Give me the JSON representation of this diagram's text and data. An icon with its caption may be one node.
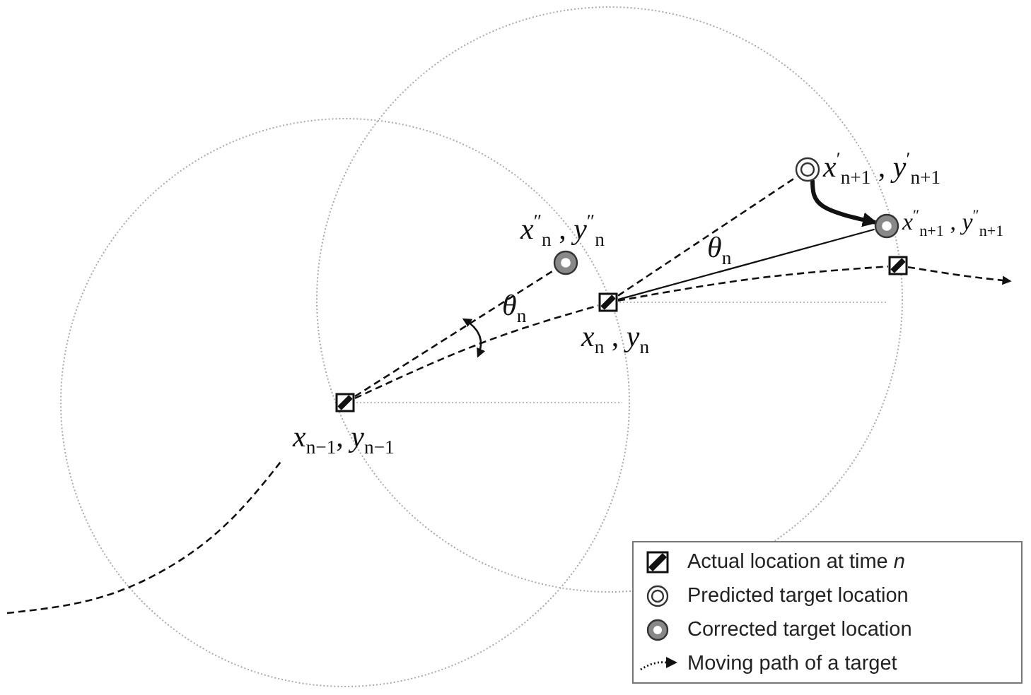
{
  "diagram": {
    "nodes": [
      {
        "text": [],
        "shape": "box",
        "beside": [
          "*x*$_{n−1}$, *y*$_{n−1}$"
        ]
      },
      {
        "text": [],
        "shape": "circle",
        "beside": [
          "*x*$^{″}$$_{n}$ , *y*$^{″}$$_{n}$"
        ]
      },
      {
        "text": [],
        "shape": "box",
        "beside": [
          "*x*$_{n}$ , *y*$_{n}$"
        ]
      },
      {
        "text": [],
        "shape": "ring",
        "beside": [
          "*x*$^{′}$$_{n+1}$ , *y*$^{′}$$_{n+1}$"
        ]
      },
      {
        "text": [],
        "shape": "circle",
        "beside": [
          "*x*$^{″}$$_{n+1}$ , *y*$^{″}$$_{n+1}$"
        ]
      },
      {
        "text": [],
        "shape": "box"
      }
    ],
    "edges": [
      {
        "from": 0,
        "to": 2,
        "arrow": "none",
        "style": "dashed"
      },
      {
        "from": 2,
        "to": 5,
        "arrow": "none",
        "style": "dashed"
      },
      {
        "from": 5,
        "to": null,
        "arrow": "to",
        "style": "dashed"
      },
      {
        "from": 0,
        "to": 1,
        "arrow": "none",
        "style": "dashed"
      },
      {
        "from": 2,
        "to": 3,
        "arrow": "none",
        "style": "dashed"
      },
      {
        "from": 2,
        "to": 4,
        "arrow": "none"
      },
      {
        "from": 3,
        "to": 4,
        "arrow": "to",
        "style": "thick"
      }
    ],
    "labels": [
      "*θ*$_{n}$",
      "*θ*$_{n}$"
    ],
    "legend": [
      {
        "text": "Actual location at time *n*"
      },
      {
        "text": "Predicted target location"
      },
      {
        "text": "Corrected target location"
      },
      {
        "text": "Moving path of a target"
      }
    ]
  }
}
